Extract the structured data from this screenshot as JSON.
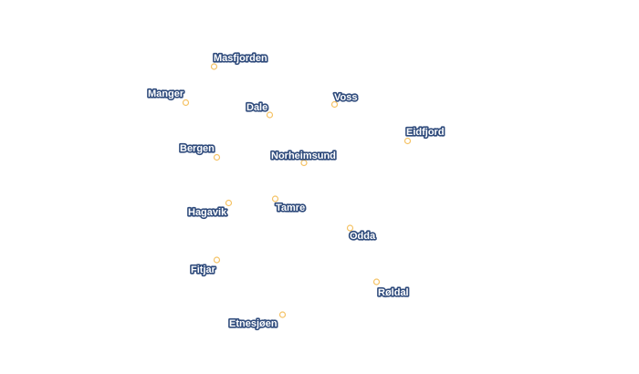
{
  "colors": {
    "background": "#ffffff",
    "marker": "#f5c264",
    "label_fill": "#ffffff",
    "label_halo": "#2f4b7c"
  },
  "places": [
    {
      "name": "Masfjorden"
    },
    {
      "name": "Manger"
    },
    {
      "name": "Dale"
    },
    {
      "name": "Voss"
    },
    {
      "name": "Eidfjord"
    },
    {
      "name": "Bergen"
    },
    {
      "name": "Norheimsund"
    },
    {
      "name": "Hagavik"
    },
    {
      "name": "Tamre"
    },
    {
      "name": "Odda"
    },
    {
      "name": "Fitjar"
    },
    {
      "name": "Røldal"
    },
    {
      "name": "Etnesjøen"
    }
  ]
}
